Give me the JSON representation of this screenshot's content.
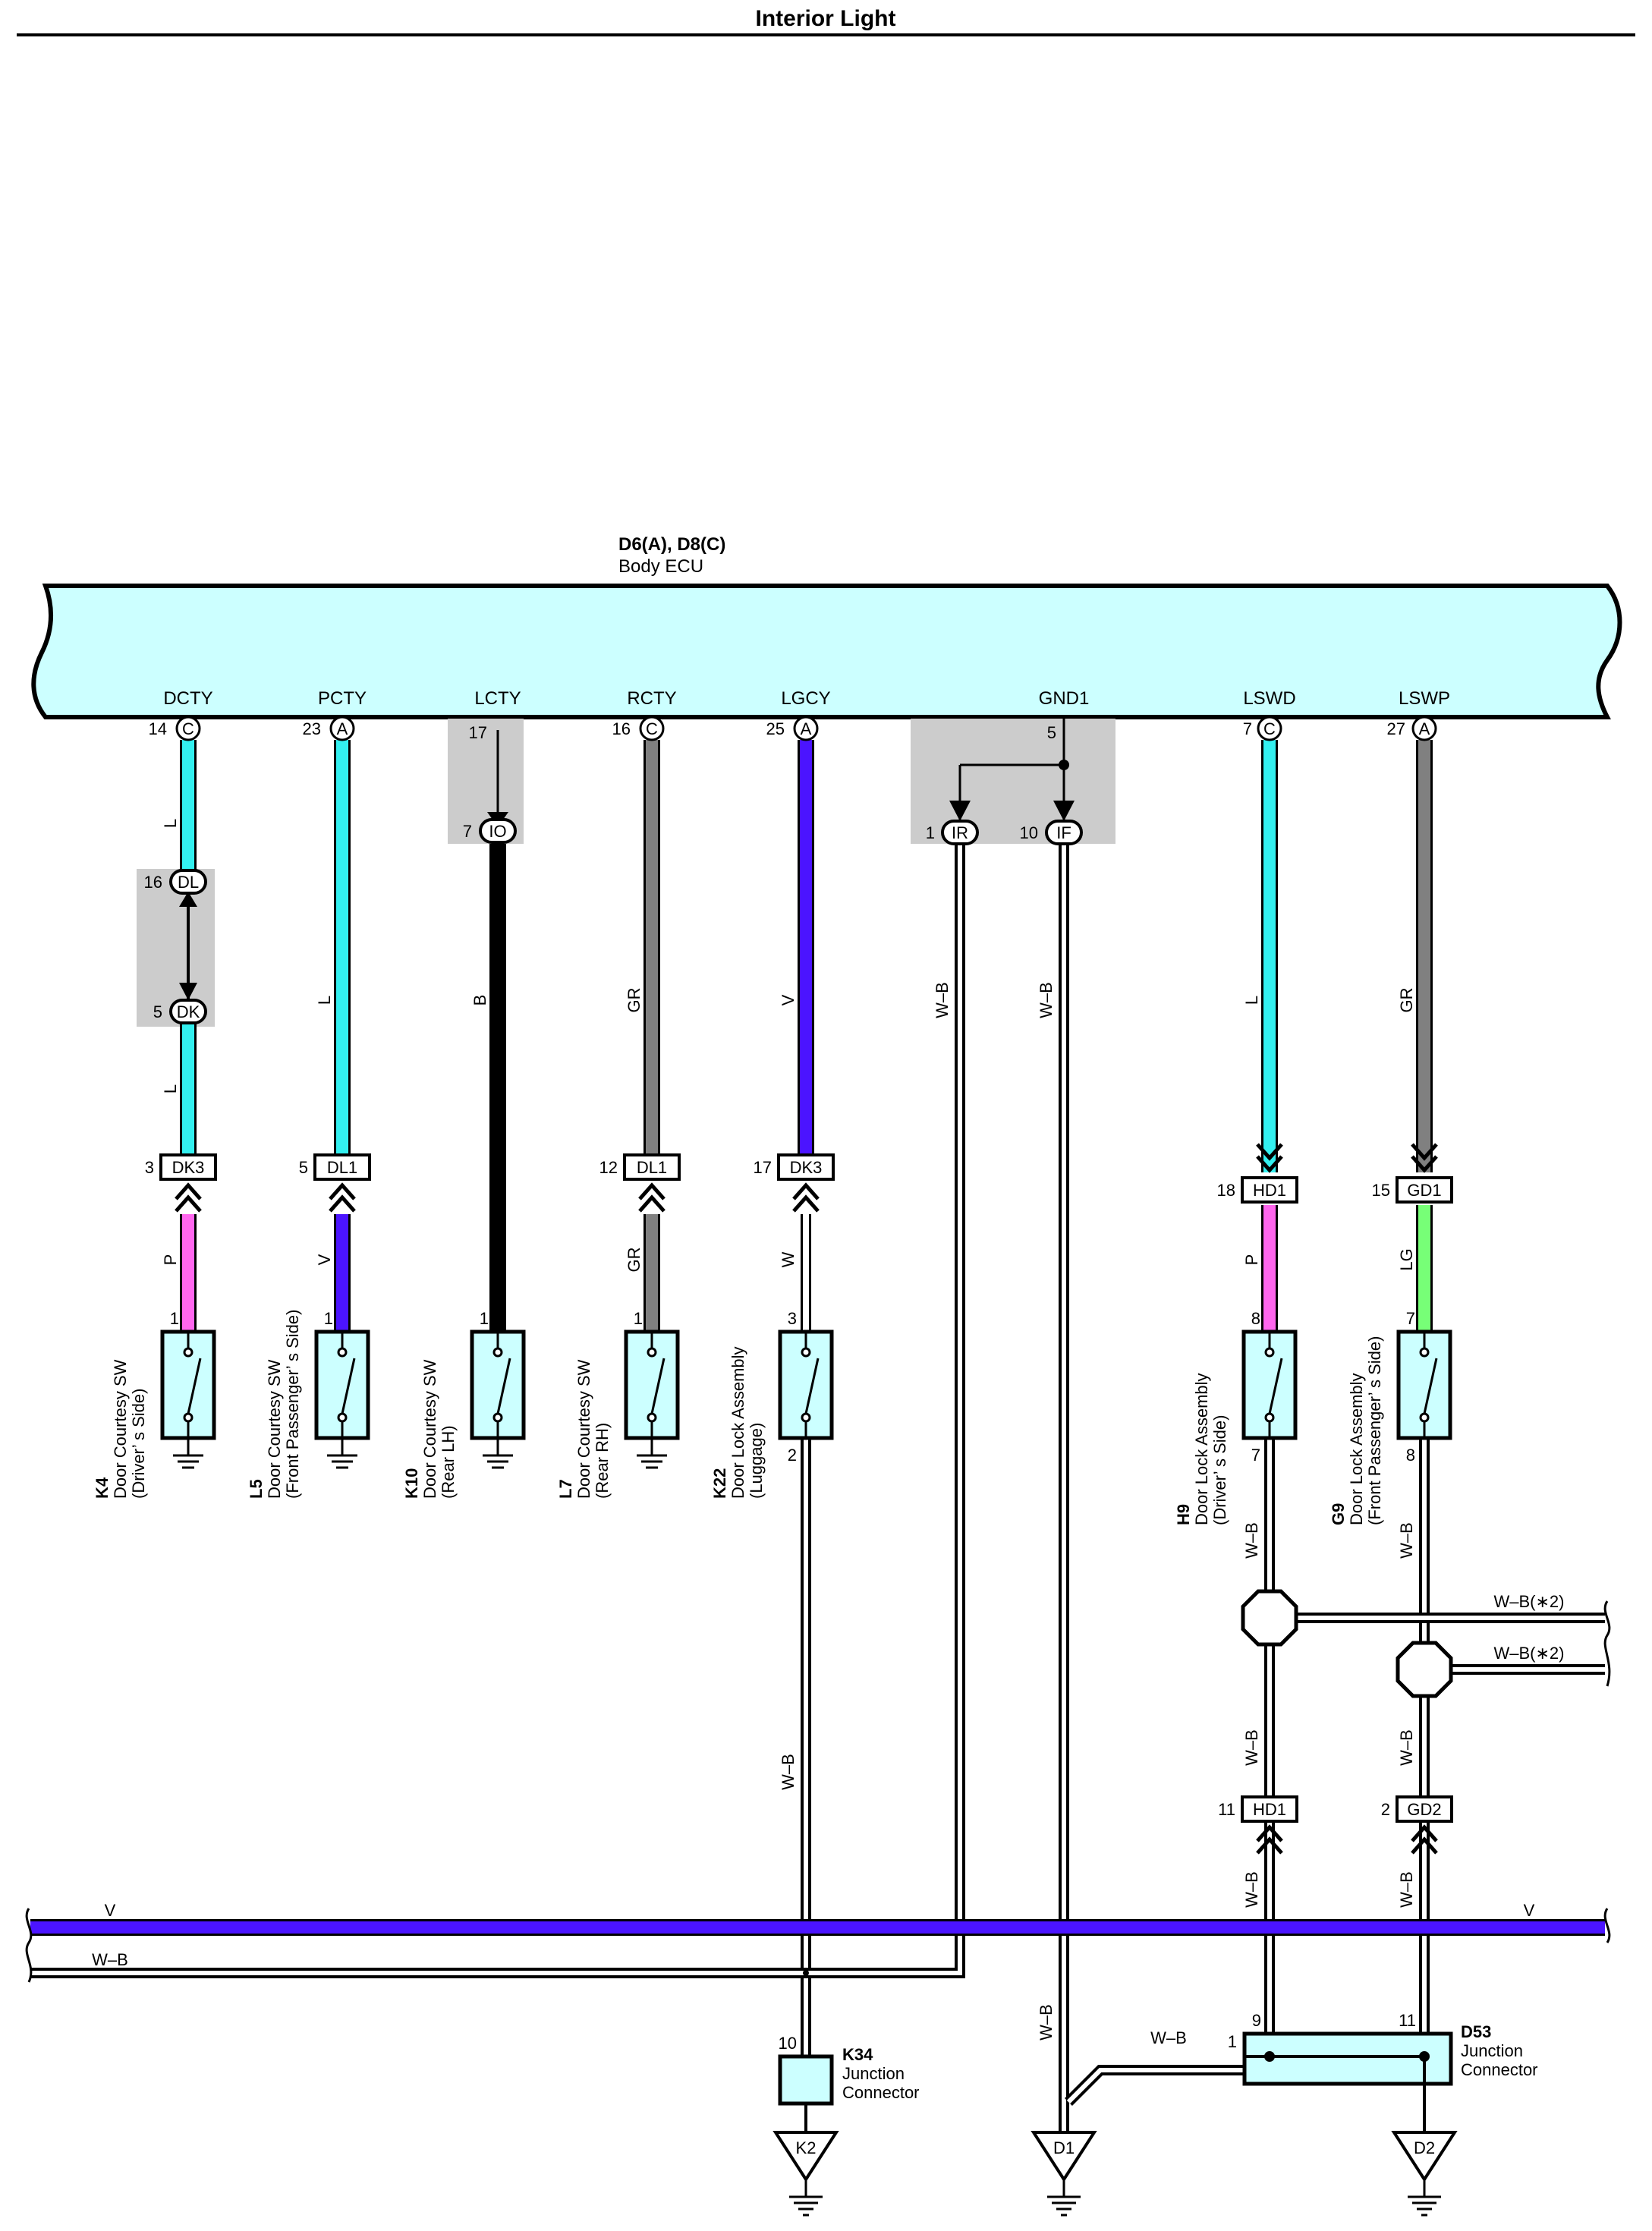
{
  "title": "Interior Light",
  "ecu": {
    "code": "D6(A), D8(C)",
    "name": "Body ECU",
    "pins": [
      {
        "name": "DCTY",
        "num": "14",
        "conn": "C"
      },
      {
        "name": "PCTY",
        "num": "23",
        "conn": "A"
      },
      {
        "name": "LCTY",
        "num": "17",
        "conn": ""
      },
      {
        "name": "RCTY",
        "num": "16",
        "conn": "C"
      },
      {
        "name": "LGCY",
        "num": "25",
        "conn": "A"
      },
      {
        "name": "GND1",
        "num": "5",
        "conn": ""
      },
      {
        "name": "LSWD",
        "num": "7",
        "conn": "C"
      },
      {
        "name": "LSWP",
        "num": "27",
        "conn": "A"
      }
    ]
  },
  "inline_connectors": {
    "dl": {
      "code": "DL",
      "pin": "16"
    },
    "dk": {
      "code": "DK",
      "pin": "5"
    },
    "io": {
      "code": "IO",
      "pin": "7"
    },
    "ir": {
      "code": "IR",
      "pin": "1"
    },
    "if": {
      "code": "IF",
      "pin": "10"
    },
    "dk3_a": {
      "code": "DK3",
      "pin": "3"
    },
    "dl1_a": {
      "code": "DL1",
      "pin": "5"
    },
    "dl1_b": {
      "code": "DL1",
      "pin": "12"
    },
    "dk3_b": {
      "code": "DK3",
      "pin": "17"
    },
    "hd1_a": {
      "code": "HD1",
      "pin": "18"
    },
    "gd1": {
      "code": "GD1",
      "pin": "15"
    },
    "hd1_b": {
      "code": "HD1",
      "pin": "11"
    },
    "gd2": {
      "code": "GD2",
      "pin": "2"
    }
  },
  "wire_colors": {
    "L": "L",
    "B": "B",
    "GR": "GR",
    "V": "V",
    "WB": "W–B",
    "P": "P",
    "W": "W",
    "LG": "LG",
    "WB2": "W–B(∗2)"
  },
  "components": [
    {
      "id": "K4",
      "name": "Door Courtesy SW",
      "sub": "(Driver’ s Side)",
      "pin_top": "1"
    },
    {
      "id": "L5",
      "name": "Door Courtesy SW",
      "sub": "(Front Passenger’ s Side)",
      "pin_top": "1"
    },
    {
      "id": "K10",
      "name": "Door Courtesy SW",
      "sub": "(Rear LH)",
      "pin_top": "1"
    },
    {
      "id": "L7",
      "name": "Door Courtesy SW",
      "sub": "(Rear RH)",
      "pin_top": "1"
    },
    {
      "id": "K22",
      "name": "Door Lock Assembly",
      "sub": "(Luggage)",
      "pin_top": "3",
      "pin_bottom": "2"
    },
    {
      "id": "H9",
      "name": "Door Lock Assembly",
      "sub": "(Driver’ s Side)",
      "pin_top": "8",
      "pin_bottom": "7"
    },
    {
      "id": "G9",
      "name": "Door Lock Assembly",
      "sub": "(Front Passenger’ s Side)",
      "pin_top": "7",
      "pin_bottom": "8"
    }
  ],
  "junctions": {
    "k34": {
      "id": "K34",
      "line1": "Junction",
      "line2": "Connector",
      "pin": "10"
    },
    "d53": {
      "id": "D53",
      "line1": "Junction",
      "line2": "Connector",
      "pin_left": "1",
      "pin_a": "9",
      "pin_b": "11"
    }
  },
  "grounds": {
    "k2": "K2",
    "d1": "D1",
    "d2": "D2"
  },
  "colors": {
    "ecu_fill": "#ccffff",
    "shade": "#cccccc",
    "L": "#33f0f0",
    "B": "#000000",
    "GR": "#808080",
    "V": "#4b14ff",
    "P": "#ff66ee",
    "LG": "#77ff77",
    "W": "#ffffff"
  }
}
